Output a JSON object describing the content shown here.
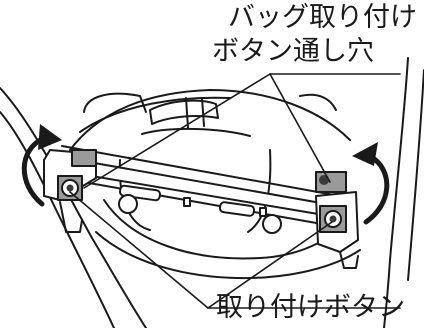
{
  "labels": {
    "bag_hole_line1": "バッグ取り付け",
    "bag_hole_line2": "ボタン通し穴",
    "attach_button": "取り付けボタン"
  },
  "colors": {
    "line": "#1a1a1a",
    "fill_light": "#ffffff",
    "fill_gray": "#9a9a9a",
    "fill_dark": "#3a3a3a",
    "background": "#ffffff"
  },
  "icons": [
    "rotate-counterclockwise-arrow-icon",
    "rotate-clockwise-arrow-icon"
  ]
}
